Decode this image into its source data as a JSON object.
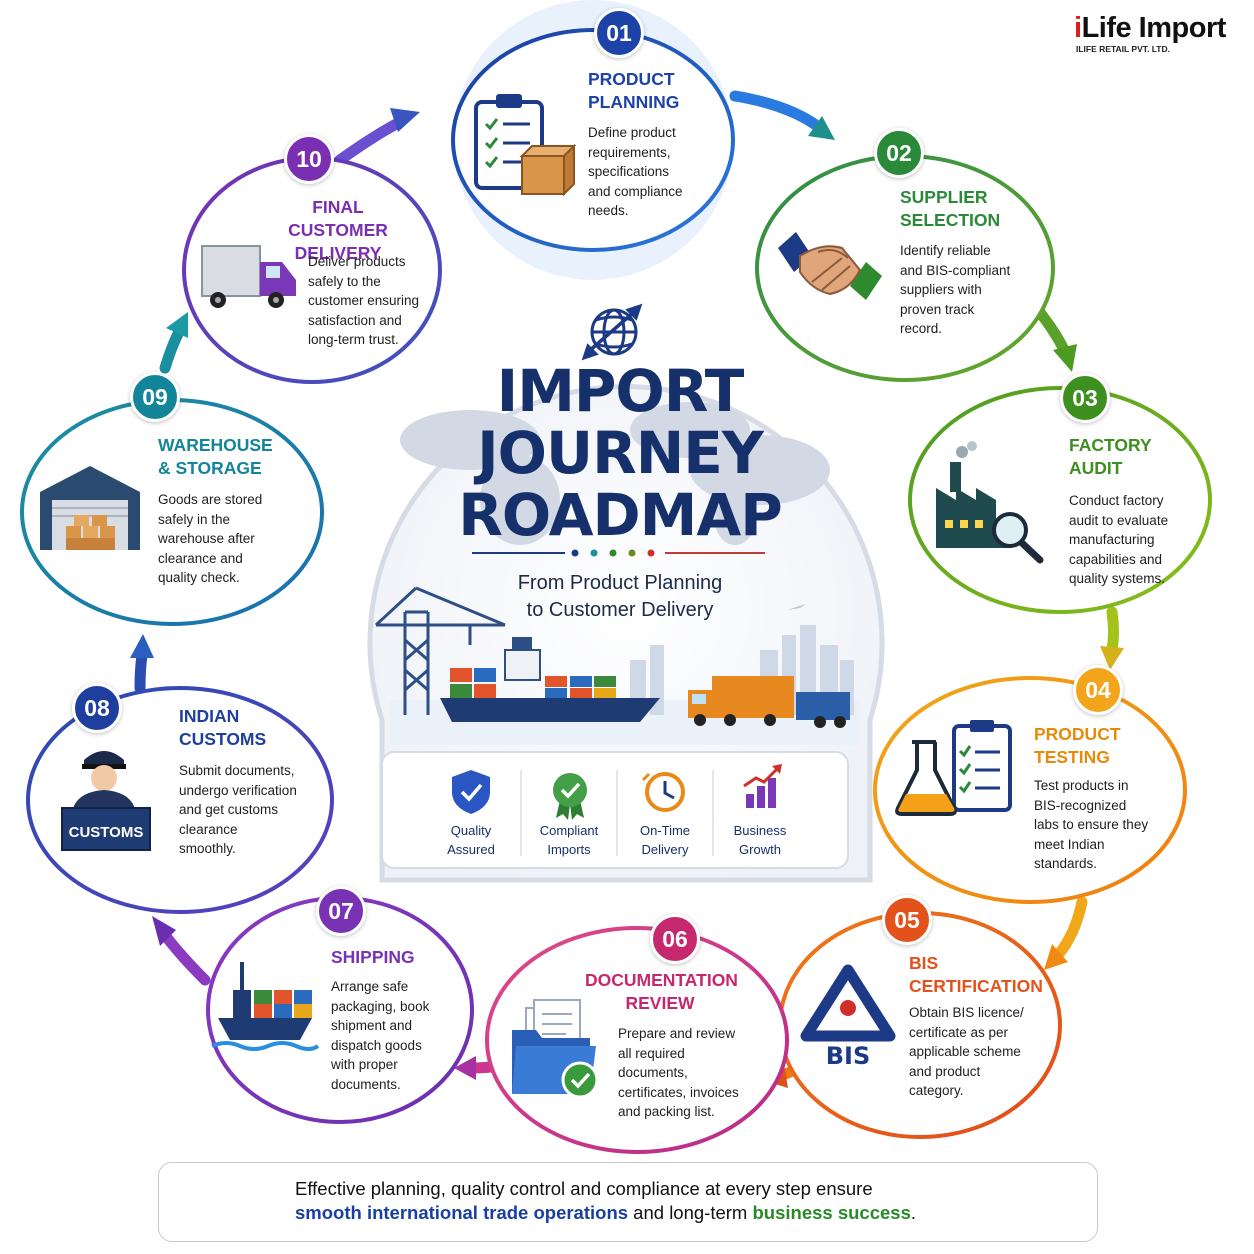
{
  "brand": {
    "name_i": "i",
    "name_rest": "Life Import",
    "subtitle": "ILIFE RETAIL PVT. LTD."
  },
  "center": {
    "title": "IMPORT\nJOURNEY\nROADMAP",
    "subtitle": "From Product Planning\nto Customer Delivery",
    "features": [
      {
        "label": "Quality\nAssured",
        "icon": "shield-check-icon"
      },
      {
        "label": "Compliant\nImports",
        "icon": "award-ribbon-icon"
      },
      {
        "label": "On-Time\nDelivery",
        "icon": "clock-icon"
      },
      {
        "label": "Business\nGrowth",
        "icon": "growth-chart-icon"
      }
    ],
    "illustration": "port-ship-truck-illustration"
  },
  "steps": [
    {
      "number": "01",
      "title": "PRODUCT\nPLANNING",
      "description": "Define product\nrequirements,\nspecifications\nand compliance\nneeds.",
      "color": "#1d43a8",
      "icon": "clipboard-box-icon"
    },
    {
      "number": "02",
      "title": "SUPPLIER\nSELECTION",
      "description": "Identify reliable\nand BIS-compliant\nsuppliers with\nproven track\nrecord.",
      "color": "#2a8a3a",
      "icon": "handshake-icon"
    },
    {
      "number": "03",
      "title": "FACTORY\nAUDIT",
      "description": "Conduct factory\naudit to evaluate\nmanufacturing\ncapabilities and\nquality systems.",
      "color": "#3d8f1f",
      "icon": "factory-magnifier-icon"
    },
    {
      "number": "04",
      "title": "PRODUCT\nTESTING",
      "description": "Test products in\nBIS-recognized\nlabs to ensure they\nmeet Indian\nstandards.",
      "color": "#e78a0a",
      "icon": "flask-checklist-icon"
    },
    {
      "number": "05",
      "title": "BIS\nCERTIFICATION",
      "description": "Obtain BIS licence/\ncertificate as per\napplicable scheme\nand product\ncategory.",
      "color": "#e3521a",
      "icon": "bis-logo-icon",
      "logo_text": "BIS"
    },
    {
      "number": "06",
      "title": "DOCUMENTATION\nREVIEW",
      "description": "Prepare and review\nall required\ndocuments,\ncertificates, invoices\nand packing list.",
      "color": "#c6286e",
      "icon": "folder-check-icon"
    },
    {
      "number": "07",
      "title": "SHIPPING",
      "description": "Arrange safe\npackaging, book\nshipment and\ndispatch goods\nwith proper\ndocuments.",
      "color": "#7a32b4",
      "icon": "cargo-ship-icon"
    },
    {
      "number": "08",
      "title": "INDIAN\nCUSTOMS",
      "description": "Submit documents,\nundergo verification\nand get customs\nclearance\nsmoothly.",
      "color": "#1e3f9e",
      "icon": "customs-officer-icon",
      "sign_text": "CUSTOMS"
    },
    {
      "number": "09",
      "title": "WAREHOUSE\n& STORAGE",
      "description": "Goods are stored\nsafely in the\nwarehouse after\nclearance and\nquality check.",
      "color": "#13859a",
      "icon": "warehouse-icon"
    },
    {
      "number": "10",
      "title": "FINAL CUSTOMER\nDELIVERY",
      "description": "Deliver products\nsafely to the\ncustomer ensuring\nsatisfaction and\nlong-term trust.",
      "color": "#7a2fb3",
      "icon": "delivery-truck-icon"
    }
  ],
  "footer": {
    "line1": "Effective planning, quality control and compliance at every step ensure",
    "line2_blue": "smooth international trade operations",
    "line2_mid": " and long-term ",
    "line2_green": "business success",
    "line2_end": ".",
    "icon": "target-arrow-icon"
  }
}
